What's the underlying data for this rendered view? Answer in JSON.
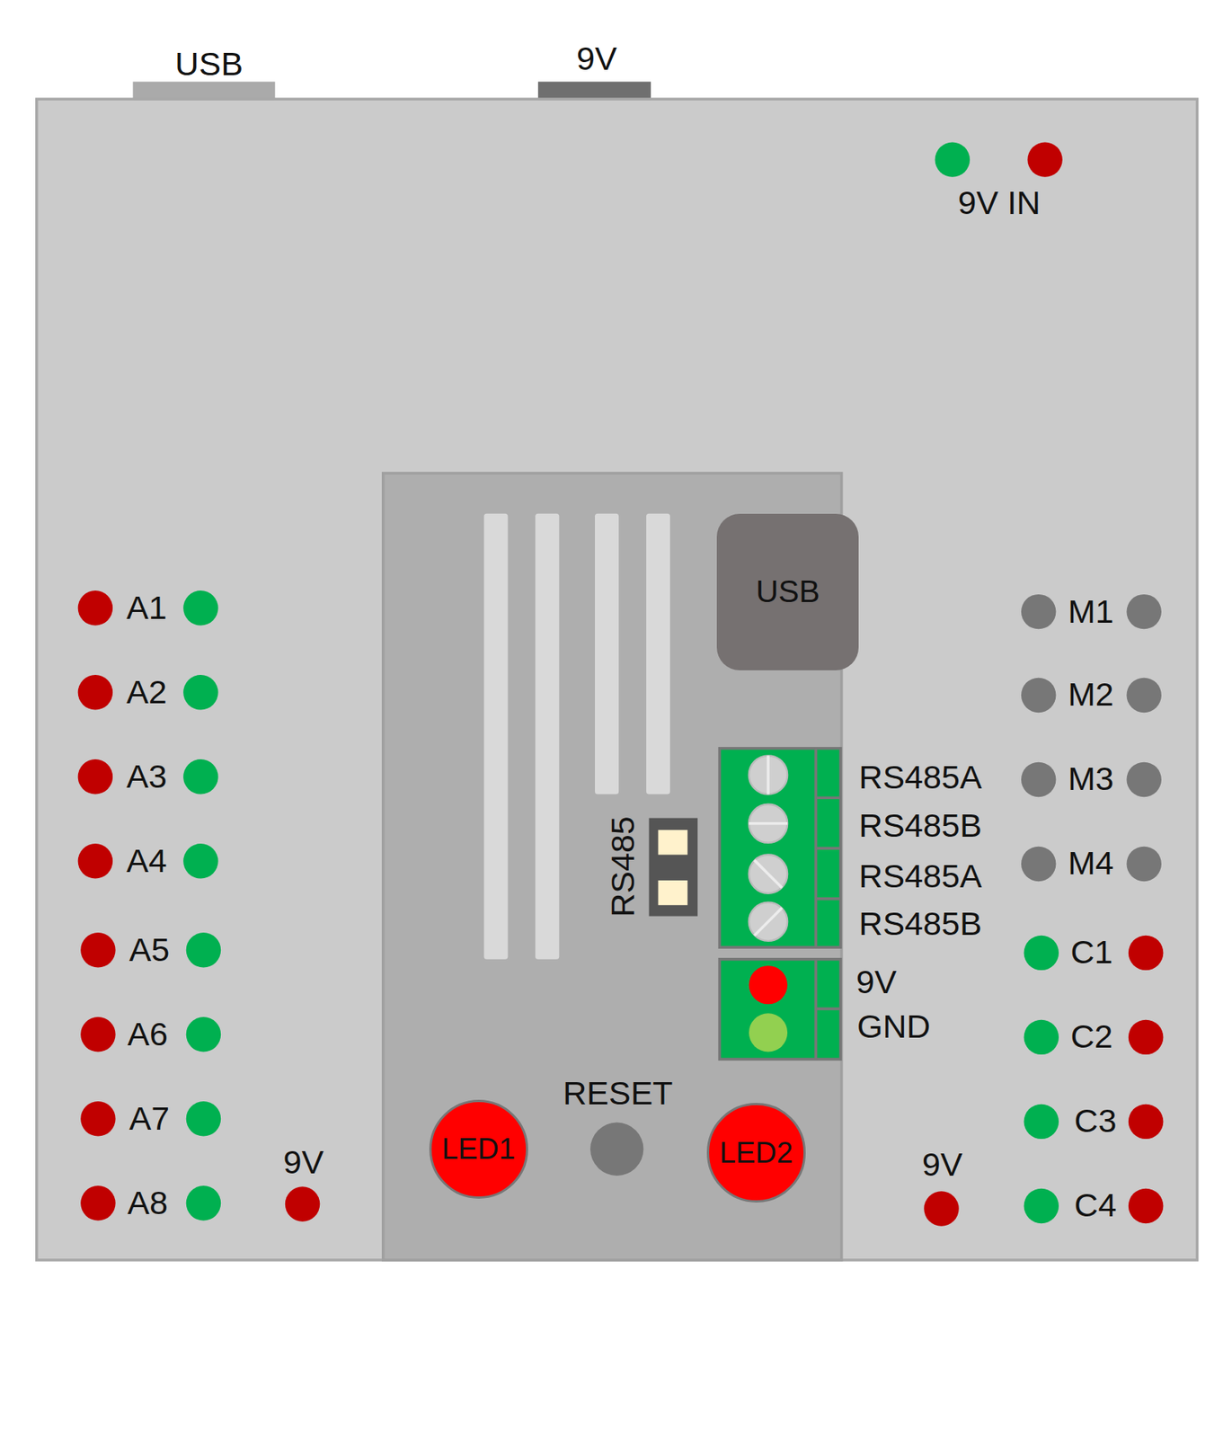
{
  "diagram": {
    "nodes": [
      {
        "text": [
          "USB"
        ]
      },
      {
        "text": [
          "LED1"
        ]
      },
      {
        "text": [
          "LED2"
        ]
      }
    ],
    "labels": [
      "USB",
      "9V",
      "9V IN",
      "A1",
      "A2",
      "A3",
      "A4",
      "A5",
      "A6",
      "A7",
      "A8",
      "9V",
      "RS485",
      "RS485A",
      "RS485B",
      "RS485A",
      "RS485B",
      "9V",
      "GND",
      "RESET",
      "M1",
      "M2",
      "M3",
      "M4",
      "C1",
      "C2",
      "C3",
      "C4",
      "9V"
    ]
  }
}
